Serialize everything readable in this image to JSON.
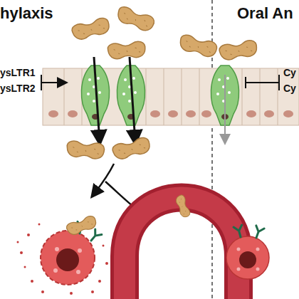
{
  "diagram": {
    "labels": [
      "hylaxis",
      "Oral An",
      "ysLTR1",
      "ysLTR2",
      "Cy",
      "Cy"
    ]
  }
}
